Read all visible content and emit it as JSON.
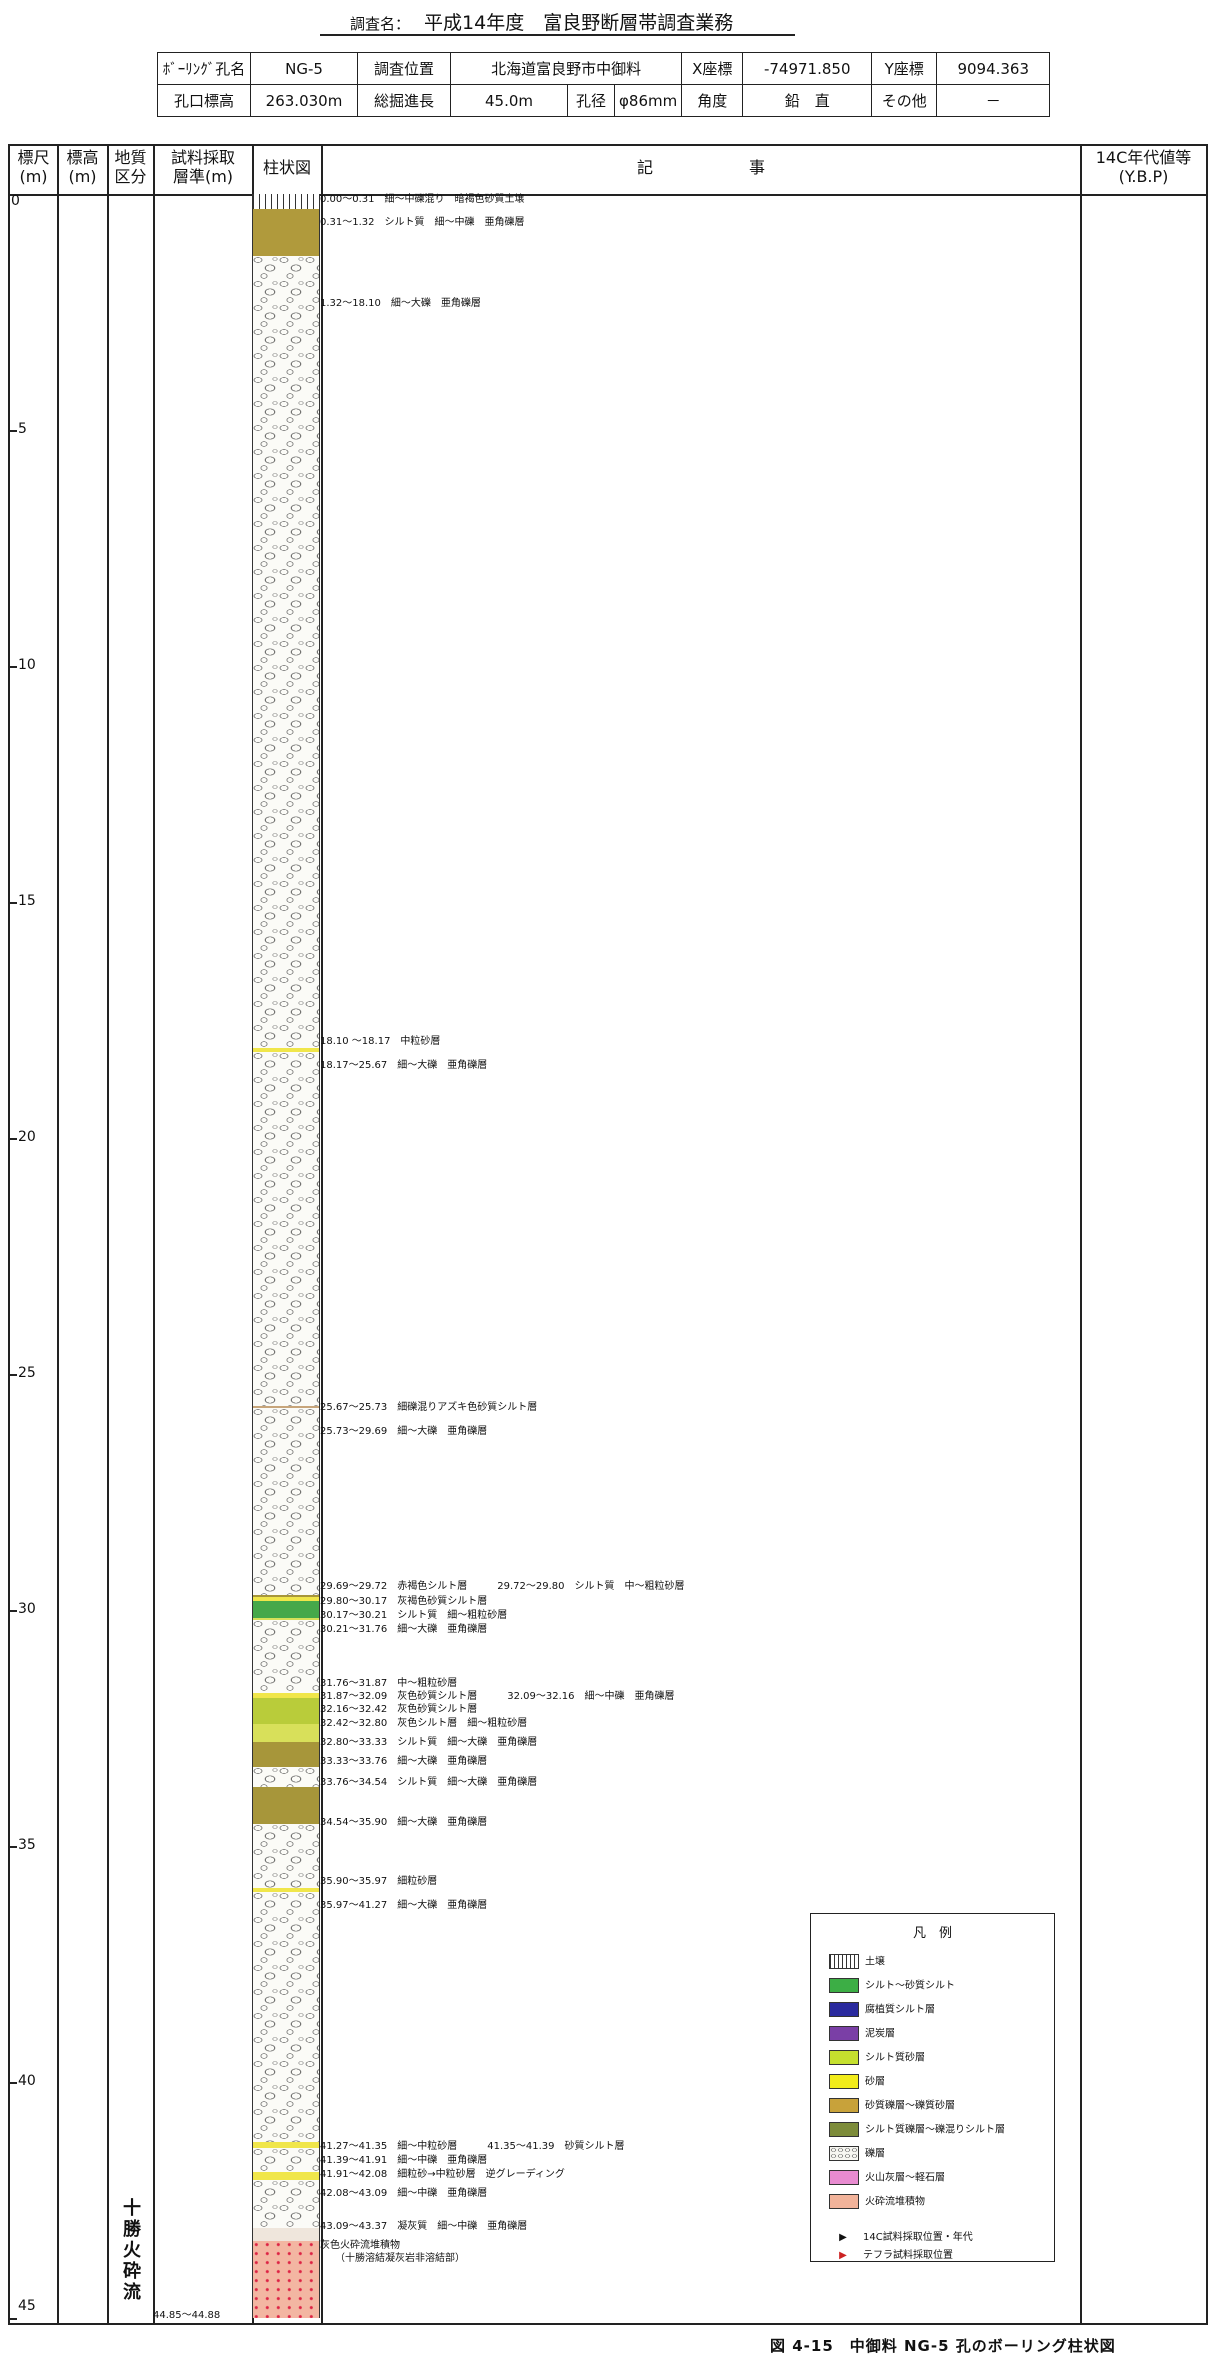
{
  "header": {
    "survey_label": "調査名：",
    "survey_name": "平成14年度　富良野断層帯調査業務"
  },
  "info": {
    "row1": [
      "ﾎﾞｰﾘﾝｸﾞ孔名",
      "NG-5",
      "調査位置",
      "北海道富良野市中御料",
      "X座標",
      "-74971.850",
      "Y座標",
      "9094.363"
    ],
    "row2": [
      "孔口標高",
      "263.030m",
      "総掘進長",
      "45.0m",
      "孔径",
      "φ86mm",
      "角度",
      "鉛　直",
      "その他",
      "－"
    ]
  },
  "columns": {
    "scale": "標尺\n(m)",
    "elevation": "標高\n(m)",
    "strat": "地質\n区分",
    "sample": "試料採取\n層準(m)",
    "column": "柱状図",
    "desc": "記　　　　　　事",
    "age": "14C年代値等\n(Y.B.P)"
  },
  "depth_ticks": [
    "0",
    "5",
    "10",
    "15",
    "20",
    "25",
    "30",
    "35",
    "40",
    "45"
  ],
  "layers": [
    {
      "top": 0.0,
      "bottom": 0.31,
      "kind": "soil"
    },
    {
      "top": 0.31,
      "bottom": 1.32,
      "kind": "silt"
    },
    {
      "top": 1.32,
      "bottom": 18.1,
      "kind": "gravel"
    },
    {
      "top": 18.1,
      "bottom": 18.17,
      "kind": "sand"
    },
    {
      "top": 18.17,
      "bottom": 25.67,
      "kind": "gravel"
    },
    {
      "top": 25.67,
      "bottom": 25.73,
      "kind": "gravelsilt"
    },
    {
      "top": 25.73,
      "bottom": 29.69,
      "kind": "gravel"
    },
    {
      "top": 29.69,
      "bottom": 29.72,
      "kind": "siltygravel"
    },
    {
      "top": 29.72,
      "bottom": 29.8,
      "kind": "sand"
    },
    {
      "top": 29.8,
      "bottom": 30.17,
      "kind": "organic"
    },
    {
      "top": 30.17,
      "bottom": 30.21,
      "kind": "siltsand"
    },
    {
      "top": 30.21,
      "bottom": 31.76,
      "kind": "gravel"
    },
    {
      "top": 31.76,
      "bottom": 31.87,
      "kind": "sand"
    },
    {
      "top": 31.87,
      "bottom": 32.16,
      "kind": "silt2"
    },
    {
      "top": 32.16,
      "bottom": 32.42,
      "kind": "silt2"
    },
    {
      "top": 32.42,
      "bottom": 32.8,
      "kind": "siltsand"
    },
    {
      "top": 32.8,
      "bottom": 33.33,
      "kind": "siltygravel"
    },
    {
      "top": 33.33,
      "bottom": 33.76,
      "kind": "gravel"
    },
    {
      "top": 33.76,
      "bottom": 34.54,
      "kind": "siltygravel"
    },
    {
      "top": 34.54,
      "bottom": 35.9,
      "kind": "gravel"
    },
    {
      "top": 35.9,
      "bottom": 35.97,
      "kind": "sand"
    },
    {
      "top": 35.97,
      "bottom": 41.27,
      "kind": "gravel"
    },
    {
      "top": 41.27,
      "bottom": 41.39,
      "kind": "sand"
    },
    {
      "top": 41.39,
      "bottom": 41.91,
      "kind": "gravel"
    },
    {
      "top": 41.91,
      "bottom": 42.08,
      "kind": "sand"
    },
    {
      "top": 42.08,
      "bottom": 43.09,
      "kind": "gravel"
    },
    {
      "top": 43.09,
      "bottom": 43.37,
      "kind": "tuff"
    },
    {
      "top": 43.37,
      "bottom": 45.0,
      "kind": "pyro"
    }
  ],
  "entries": [
    {
      "depth": 0.1,
      "text": "0.00～0.31　細～中礫混り　暗褐色砂質土壌"
    },
    {
      "depth": 0.6,
      "text": "0.31～1.32　シルト質　細～中礫　亜角礫層"
    },
    {
      "depth": 2.3,
      "text": "1.32～18.10　細～大礫　亜角礫層"
    },
    {
      "depth": 17.95,
      "text": "18.10 ～18.17　中粒砂層"
    },
    {
      "depth": 18.45,
      "text": "18.17～25.67　細～大礫　亜角礫層"
    },
    {
      "depth": 25.7,
      "text": "25.67～25.73　細礫混りアズキ色砂質シルト層"
    },
    {
      "depth": 26.2,
      "text": "25.73～29.69　細～大礫　亜角礫層"
    },
    {
      "depth": 29.5,
      "text": "29.69～29.72　赤褐色シルト層　　　29.72～29.80　シルト質　中～粗粒砂層"
    },
    {
      "depth": 29.8,
      "text": "29.80～30.17　灰褐色砂質シルト層"
    },
    {
      "depth": 30.1,
      "text": "30.17～30.21　シルト質　細～粗粒砂層"
    },
    {
      "depth": 30.4,
      "text": "30.21～31.76　細～大礫　亜角礫層"
    },
    {
      "depth": 31.55,
      "text": "31.76～31.87　中～粗粒砂層"
    },
    {
      "depth": 31.82,
      "text": "31.87～32.09　灰色砂質シルト層　　　32.09～32.16　細～中礫　亜角礫層"
    },
    {
      "depth": 32.1,
      "text": "32.16～32.42　灰色砂質シルト層"
    },
    {
      "depth": 32.4,
      "text": "32.42～32.80　灰色シルト層　細～粗粒砂層"
    },
    {
      "depth": 32.8,
      "text": "32.80～33.33　シルト質　細～大礫　亜角礫層"
    },
    {
      "depth": 33.2,
      "text": "33.33～33.76　細～大礫　亜角礫層"
    },
    {
      "depth": 33.65,
      "text": "33.76～34.54　シルト質　細～大礫　亜角礫層"
    },
    {
      "depth": 34.5,
      "text": "34.54～35.90　細～大礫　亜角礫層"
    },
    {
      "depth": 35.75,
      "text": "35.90～35.97　細粒砂層"
    },
    {
      "depth": 36.25,
      "text": "35.97～41.27　細～大礫　亜角礫層"
    },
    {
      "depth": 41.35,
      "text": "41.27～41.35　細～中粒砂層　　　41.35～41.39　砂質シルト層"
    },
    {
      "depth": 41.65,
      "text": "41.39～41.91　細～中礫　亜角礫層"
    },
    {
      "depth": 41.95,
      "text": "41.91～42.08　細粒砂→中粒砂層　逆グレーディング"
    },
    {
      "depth": 42.35,
      "text": "42.08～43.09　細～中礫　亜角礫層"
    },
    {
      "depth": 43.05,
      "text": "43.09～43.37　凝灰質　細～中礫　亜角礫層"
    },
    {
      "depth": 43.45,
      "text": "灰色火砕流堆積物"
    },
    {
      "depth": 43.72,
      "text": "　　（十勝溶結凝灰岩非溶結部）"
    }
  ],
  "strat_unit": "十勝火砕流",
  "sample_depth": "44.85～44.88",
  "legend": {
    "title": "凡　例",
    "items": [
      {
        "label": "土壌",
        "color": "#ffffff",
        "kind": "soil"
      },
      {
        "label": "シルト～砂質シルト",
        "color": "#3cae45"
      },
      {
        "label": "腐植質シルト層",
        "color": "#2a2a9e"
      },
      {
        "label": "泥炭層",
        "color": "#7a3fa6"
      },
      {
        "label": "シルト質砂層",
        "color": "#c5e02e"
      },
      {
        "label": "砂層",
        "color": "#f2ec1a"
      },
      {
        "label": "砂質礫層～礫質砂層",
        "color": "#c8a23a"
      },
      {
        "label": "シルト質礫層～礫混りシルト層",
        "color": "#7d8c3a"
      },
      {
        "label": "礫層",
        "color": "#f7f7f2",
        "kind": "gravel"
      },
      {
        "label": "火山灰層～軽石層",
        "color": "#e88bd0"
      },
      {
        "label": "火砕流堆積物",
        "color": "#f2b39a"
      }
    ],
    "marker1": "14C試料採取位置・年代",
    "marker2": "テフラ試料採取位置"
  },
  "caption": "図 4-15　中御料 NG-5 孔のボーリング柱状図",
  "layer_colors": {
    "soil": "#f4f1e6",
    "silt": "#b09a3c",
    "gravel": "#f9f9f4",
    "sand": "#f0e64a",
    "gravelsilt": "#c7a57a",
    "siltygravel": "#a7963a",
    "organic": "#46a84a",
    "siltsand": "#d8e05a",
    "silt2": "#b9cc3a",
    "tuff": "#efe6dc",
    "pyro": "#f3b6a2"
  }
}
